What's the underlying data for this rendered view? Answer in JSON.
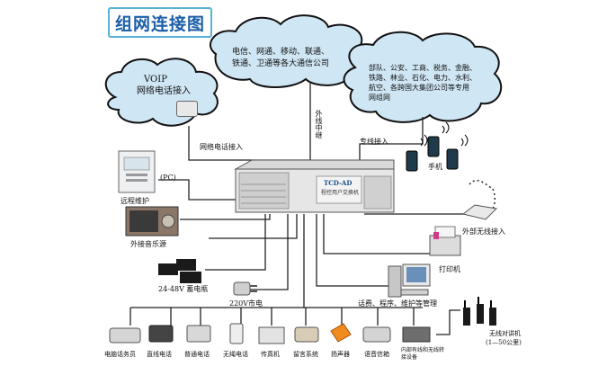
{
  "title": "组网连接图",
  "clouds": {
    "voip": {
      "line1": "VOIP",
      "line2": "网络电话接入"
    },
    "telecom": {
      "line1": "电信、网通、移动、联通、",
      "line2": "铁通、卫通等各大通信公司"
    },
    "private": {
      "line1": "部队、公安、工商、税务、金融、",
      "line2": "铁路、林业、石化、电力、水利、",
      "line3": "航空、各跨国大集团公司等专用",
      "line4": "网组网"
    }
  },
  "links": {
    "net_phone": "网络电话接入",
    "trunk": "外线中继",
    "dedicated": "专线接入"
  },
  "pbx": {
    "model": "TCD-AD",
    "subtitle": "程控用户交换机"
  },
  "devices": {
    "remote": "远程维护",
    "pc": "(PC)",
    "music": "外接音乐源",
    "battery": "24-48V 蓄电瓶",
    "power": "220V市电",
    "mobile": "手机",
    "wireless": "外部无线接入",
    "printer": "打印机",
    "mgmt": "话费、程序、维护等管理",
    "walkie_label": "无线对讲机",
    "walkie_range": "(1—50公里)"
  },
  "terminals": [
    "电脑话务员",
    "直线电话",
    "普通电话",
    "无绳电话",
    "传真机",
    "留言系统",
    "扬声器",
    "语音信箱",
    "内部有线和无线转接设备"
  ]
}
